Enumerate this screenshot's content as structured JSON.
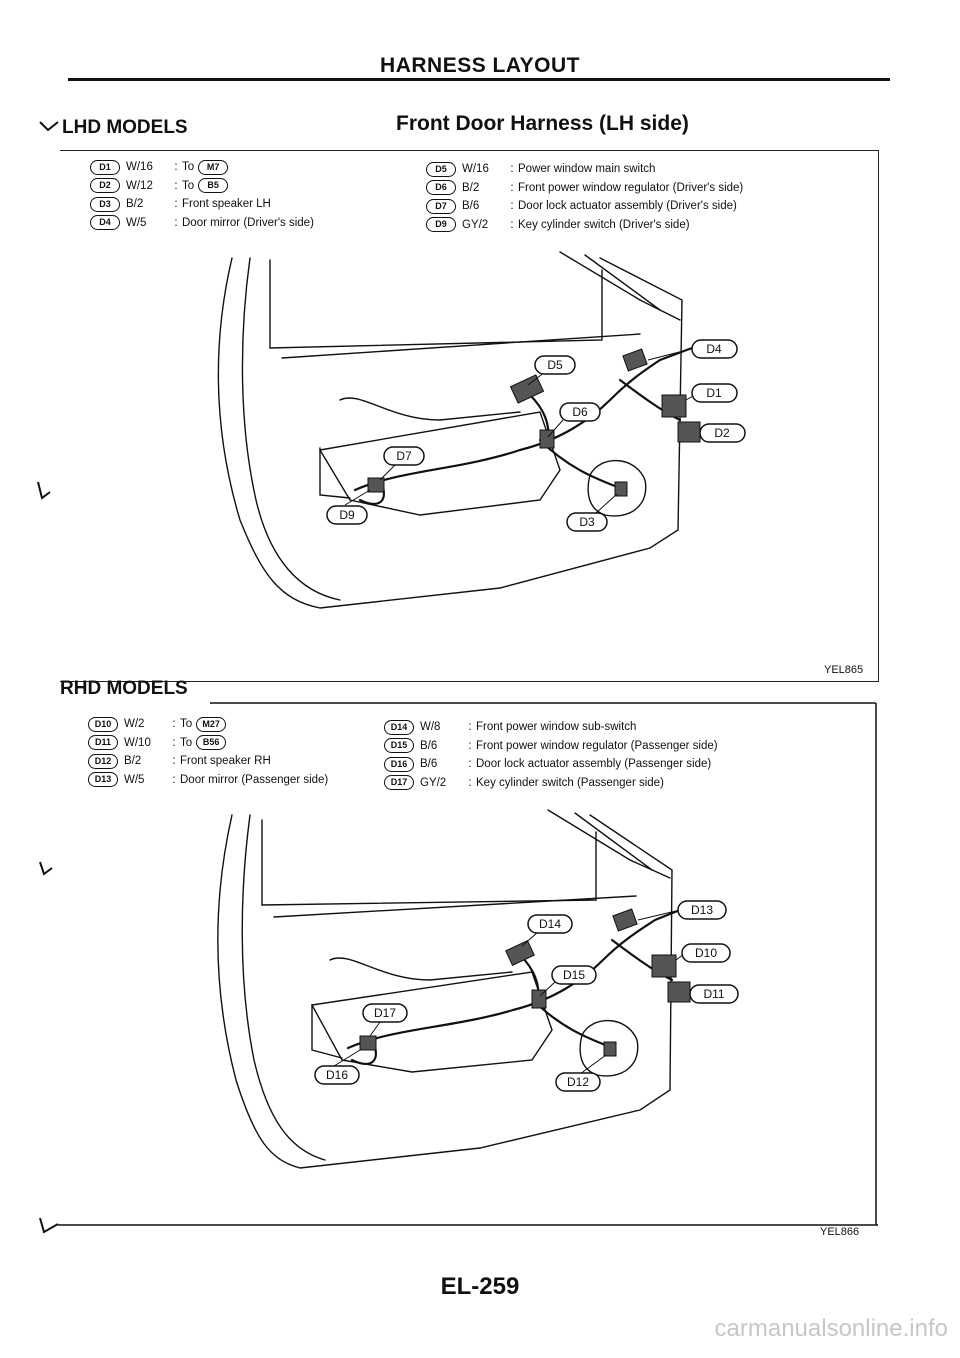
{
  "header": {
    "title": "HARNESS LAYOUT"
  },
  "lhd": {
    "label": "LHD MODELS",
    "doc_title": "Front Door Harness (LH side)",
    "legend_left": [
      {
        "code": "D1",
        "wire": "W/16",
        "desc": "To",
        "ref": "M7"
      },
      {
        "code": "D2",
        "wire": "W/12",
        "desc": "To",
        "ref": "B5"
      },
      {
        "code": "D3",
        "wire": "B/2",
        "desc": "Front speaker LH",
        "ref": ""
      },
      {
        "code": "D4",
        "wire": "W/5",
        "desc": "Door mirror (Driver's side)",
        "ref": ""
      }
    ],
    "legend_right": [
      {
        "code": "D5",
        "wire": "W/16",
        "desc": "Power window main switch"
      },
      {
        "code": "D6",
        "wire": "B/2",
        "desc": "Front power window regulator (Driver's side)"
      },
      {
        "code": "D7",
        "wire": "B/6",
        "desc": "Door lock actuator assembly (Driver's side)"
      },
      {
        "code": "D9",
        "wire": "GY/2",
        "desc": "Key cylinder switch (Driver's side)"
      }
    ],
    "callouts": {
      "d4": "D4",
      "d5": "D5",
      "d1": "D1",
      "d6": "D6",
      "d2": "D2",
      "d7": "D7",
      "d9": "D9",
      "d3": "D3"
    },
    "fig_code": "YEL865"
  },
  "rhd": {
    "label": "RHD MODELS",
    "legend_left": [
      {
        "code": "D10",
        "wire": "W/2",
        "desc": "To",
        "ref": "M27"
      },
      {
        "code": "D11",
        "wire": "W/10",
        "desc": "To",
        "ref": "B56"
      },
      {
        "code": "D12",
        "wire": "B/2",
        "desc": "Front speaker RH",
        "ref": ""
      },
      {
        "code": "D13",
        "wire": "W/5",
        "desc": "Door mirror (Passenger side)",
        "ref": ""
      }
    ],
    "legend_right": [
      {
        "code": "D14",
        "wire": "W/8",
        "desc": "Front power window sub-switch"
      },
      {
        "code": "D15",
        "wire": "B/6",
        "desc": "Front power window regulator (Passenger side)"
      },
      {
        "code": "D16",
        "wire": "B/6",
        "desc": "Door lock actuator assembly (Passenger side)"
      },
      {
        "code": "D17",
        "wire": "GY/2",
        "desc": "Key cylinder switch (Passenger side)"
      }
    ],
    "callouts": {
      "d13": "D13",
      "d14": "D14",
      "d10": "D10",
      "d15": "D15",
      "d11": "D11",
      "d17": "D17",
      "d16": "D16",
      "d12": "D12"
    },
    "fig_code": "YEL866"
  },
  "footer": {
    "page": "EL-259"
  },
  "watermark": {
    "text": "carmanualsonline.info"
  }
}
